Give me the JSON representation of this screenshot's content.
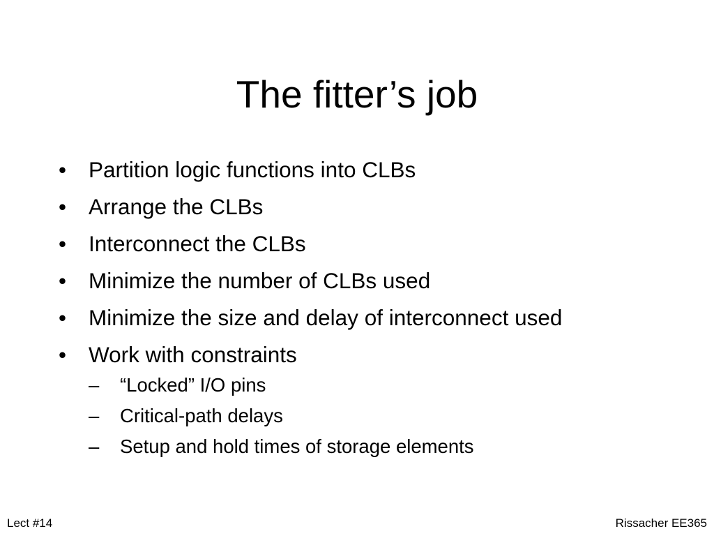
{
  "slide": {
    "title": "The fitter’s job",
    "bullet_marker": "•",
    "sub_marker": "–",
    "bullets": [
      {
        "text": "Partition logic functions into CLBs"
      },
      {
        "text": "Arrange the CLBs"
      },
      {
        "text": "Interconnect the CLBs"
      },
      {
        "text": "Minimize the number of CLBs used"
      },
      {
        "text": "Minimize the size and delay of interconnect used"
      },
      {
        "text": "Work with constraints"
      }
    ],
    "subbullets": [
      {
        "text": "“Locked” I/O pins"
      },
      {
        "text": "Critical-path delays"
      },
      {
        "text": "Setup and hold times of storage elements"
      }
    ]
  },
  "footer": {
    "left": "Lect #14",
    "right": "Rissacher EE365"
  }
}
